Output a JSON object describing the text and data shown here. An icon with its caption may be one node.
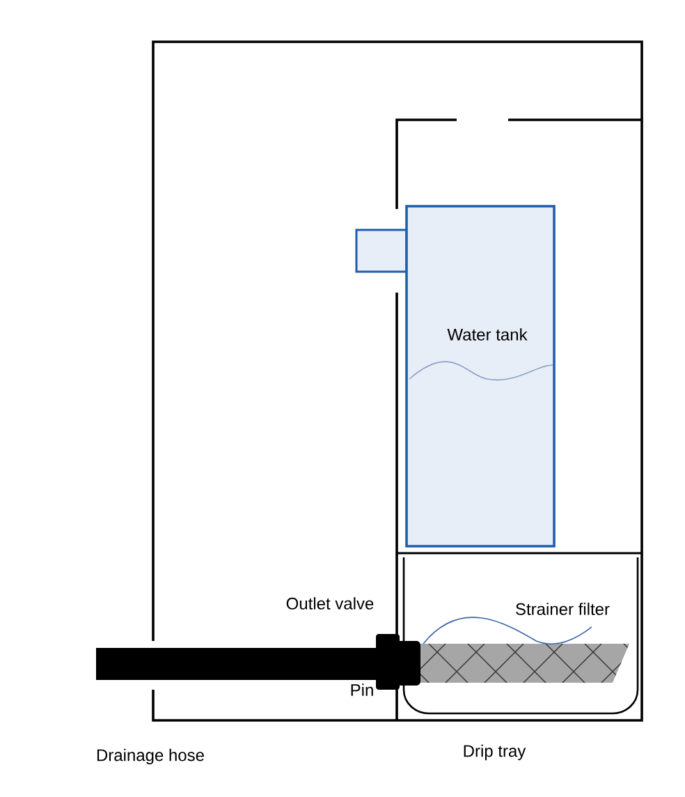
{
  "diagram": {
    "nodes": [
      {
        "text": [
          "Water tank"
        ]
      }
    ],
    "labels": [
      "Outlet valve",
      "Strainer filter",
      "Pin",
      "Drainage hose",
      "Drip tray"
    ]
  }
}
